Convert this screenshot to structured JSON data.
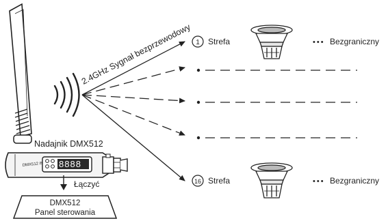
{
  "transmitter": {
    "label": "Nadajnik DMX512",
    "display_digits": "8888",
    "side_label": "DMX512 IN"
  },
  "signal": {
    "label": "2.4GHz Sygnał bezprzewodowy"
  },
  "zones": {
    "first": {
      "number": "1",
      "label": "Strefa"
    },
    "last": {
      "number": "16",
      "label": "Strefa"
    },
    "ellipsis": "•••",
    "unlimited_label": "Bezgraniczny"
  },
  "connect": {
    "label": "Łączyć"
  },
  "control_panel": {
    "line1": "DMX512",
    "line2": "Panel sterowania"
  },
  "colors": {
    "line": "#222222",
    "device_body": "#f4f4f4",
    "display": "#2a2a2a",
    "antenna": "#ffffff"
  }
}
